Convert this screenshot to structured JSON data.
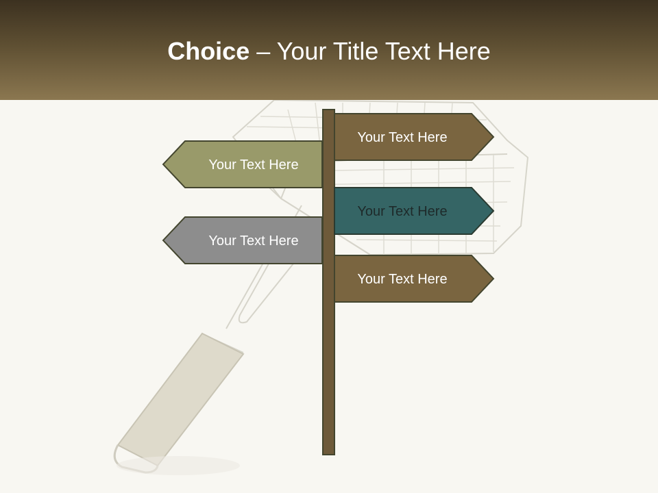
{
  "slide": {
    "title_strong": "Choice",
    "title_rest": " – Your Title Text Here"
  },
  "signs": [
    {
      "label": "Your Text Here",
      "direction": "right",
      "fill": "#7a6540",
      "text_color": "#ffffff"
    },
    {
      "label": "Your Text Here",
      "direction": "left",
      "fill": "#999a6a",
      "text_color": "#ffffff"
    },
    {
      "label": "Your Text Here",
      "direction": "right",
      "fill": "#356565",
      "text_color": "#1e2a2a"
    },
    {
      "label": "Your Text Here",
      "direction": "left",
      "fill": "#8d8d8d",
      "text_color": "#ffffff"
    },
    {
      "label": "Your Text Here",
      "direction": "right",
      "fill": "#7a6540",
      "text_color": "#ffffff"
    }
  ],
  "colors": {
    "header_top": "#3c3120",
    "header_bottom": "#8b7750",
    "background": "#f8f7f2",
    "post": "#6e5a3a",
    "outline": "#43452e"
  }
}
